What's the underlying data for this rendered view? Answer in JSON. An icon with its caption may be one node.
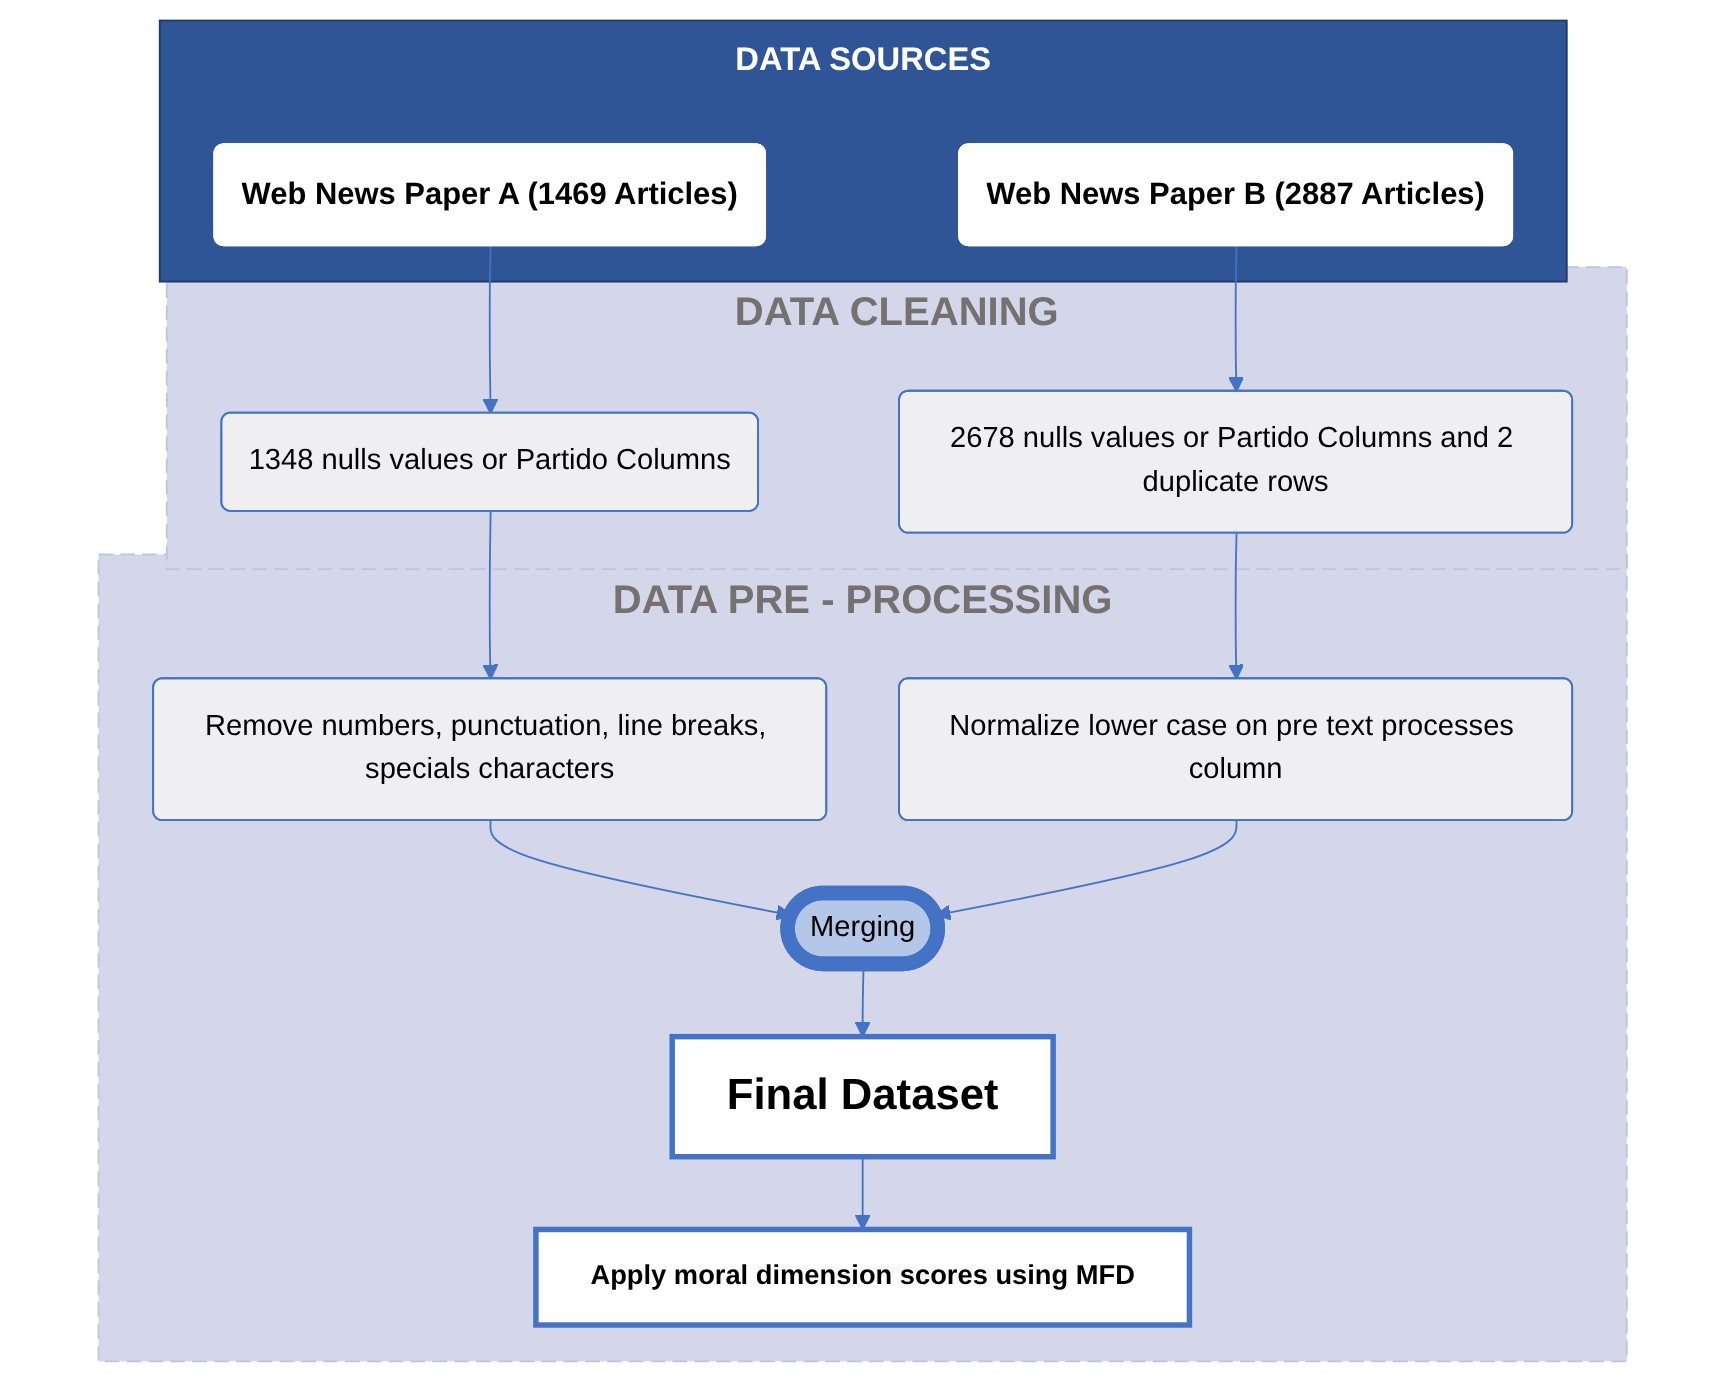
{
  "diagram": {
    "nodes": [
      {
        "text": [
          "DATA SOURCES"
        ]
      },
      {
        "text": [
          "Web News Paper A (1469 Articles)"
        ],
        "in": 0
      },
      {
        "text": [
          "Web News Paper B (2887 Articles)"
        ],
        "in": 0
      },
      {
        "text": [
          "DATA CLEANING"
        ]
      },
      {
        "text": [
          "1348 nulls values or Partido Columns"
        ],
        "in": 3
      },
      {
        "text": [
          "2678 nulls values or Partido Columns and 2 duplicate rows"
        ],
        "in": 3
      },
      {
        "text": [
          "DATA PRE - PROCESSING"
        ]
      },
      {
        "text": [
          "Remove numbers, punctuation, line breaks, specials characters"
        ],
        "in": 6
      },
      {
        "text": [
          "Normalize lower case on pre text processes column"
        ],
        "in": 6
      },
      {
        "text": [
          "Merging"
        ],
        "in": 6
      },
      {
        "text": [
          "Final Dataset"
        ],
        "in": 6
      },
      {
        "text": [
          "Apply moral dimension scores using MFD"
        ],
        "in": 6
      }
    ],
    "edges": [
      {
        "from": 1,
        "to": 4,
        "arrow": "to"
      },
      {
        "from": 2,
        "to": 5,
        "arrow": "to"
      },
      {
        "from": 4,
        "to": 7,
        "arrow": "to"
      },
      {
        "from": 5,
        "to": 8,
        "arrow": "to"
      },
      {
        "from": 7,
        "to": 9,
        "arrow": "to"
      },
      {
        "from": 8,
        "to": 9,
        "arrow": "to"
      },
      {
        "from": 9,
        "to": 10,
        "arrow": "to"
      },
      {
        "from": 10,
        "to": 11,
        "arrow": "to"
      }
    ]
  }
}
